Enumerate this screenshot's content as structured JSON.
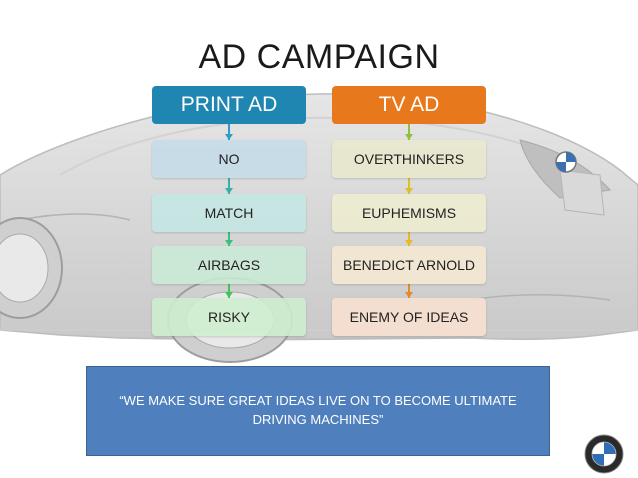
{
  "title": "AD CAMPAIGN",
  "columns": [
    {
      "header": "PRINT AD",
      "items": [
        "NO",
        "MATCH",
        "AIRBAGS",
        "RISKY"
      ]
    },
    {
      "header": "TV AD",
      "items": [
        "OVERTHINKERS",
        "EUPHEMISMS",
        "BENEDICT ARNOLD",
        "ENEMY OF IDEAS"
      ]
    }
  ],
  "quote": "“WE MAKE SURE GREAT IDEAS LIVE ON TO BECOME ULTIMATE DRIVING MACHINES”",
  "colors": {
    "print_header": "#1f86b2",
    "tv_header": "#e8781c",
    "quote_box": "#4f80bd"
  },
  "icons": [
    "car-illustration",
    "bmw-logo-icon"
  ]
}
